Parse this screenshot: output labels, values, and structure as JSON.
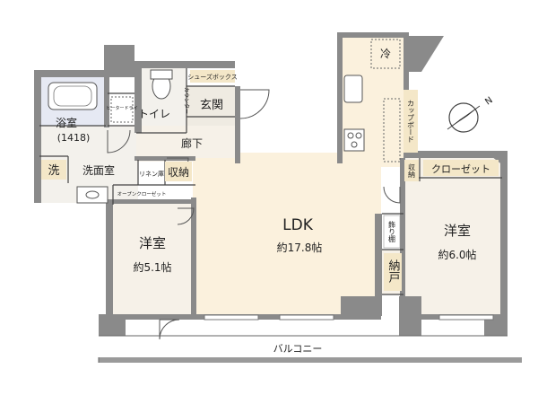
{
  "rooms": {
    "bath": "浴室",
    "bath_size": "(1418)",
    "toilet": "トイレ",
    "entrance": "玄関",
    "shoe_box": "シューズボックス",
    "counter": "カウンター",
    "hallway": "廊下",
    "washroom": "洗面室",
    "wash": "洗",
    "linen": "リネン庫",
    "storage_hall": "収納",
    "open_closet": "オープンクローゼット",
    "ldk": "LDK",
    "ldk_size": "約17.8帖",
    "western_left": "洋室",
    "western_left_size": "約5.1帖",
    "western_right": "洋室",
    "western_right_size": "約6.0帖",
    "closet": "クローゼット",
    "storage_right": "収納",
    "display_shelf": "飾り棚",
    "pantry": "納戸",
    "cupboard": "カップボード",
    "fridge": "冷",
    "balcony": "バルコニー",
    "heater_dry": "ヒータードライ"
  },
  "compass": {
    "label": "N"
  },
  "colors": {
    "wall": "#8a8a8a",
    "ldk_floor": "#fbf1dd",
    "room_floor": "#f6f1e8",
    "wet_floor": "#e6e9f3",
    "tag": "#f4e7c8",
    "line": "#444444"
  }
}
